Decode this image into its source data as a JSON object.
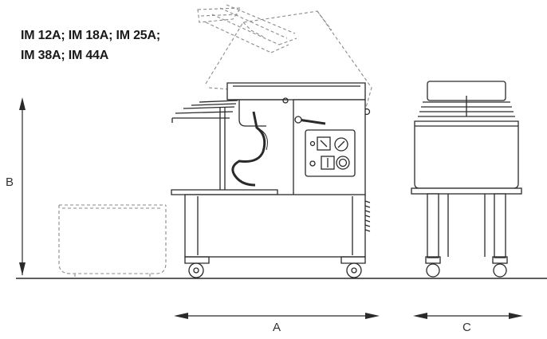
{
  "title": {
    "line1": "IM 12A; IM 18A; IM 25A;",
    "line2": "IM 38A; IM 44A"
  },
  "dimensions": {
    "height_label": "B",
    "width_label": "A",
    "depth_label": "C"
  },
  "colors": {
    "line": "#2a2a2a",
    "ghost": "#8a8a8a",
    "text": "#1a1a1a"
  }
}
